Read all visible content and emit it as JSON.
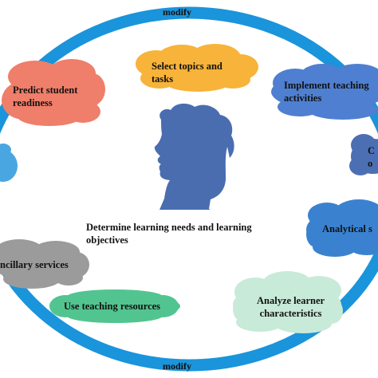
{
  "ring": {
    "top_label": "modify",
    "bottom_label": "modify",
    "color": "#1a94db"
  },
  "center_label": [
    "Determine learning needs and learning",
    "objectives"
  ],
  "head_color": "#4a6db0",
  "nodes": [
    {
      "id": "select-topics",
      "lines": [
        "Select topics and",
        "tasks"
      ],
      "color": "#f7b33a"
    },
    {
      "id": "predict-readiness",
      "lines": [
        "Predict student",
        "readiness"
      ],
      "color": "#ef7e6a"
    },
    {
      "id": "implement-teaching",
      "lines": [
        "Implement teaching",
        "activities"
      ],
      "color": "#4f7fd0"
    },
    {
      "id": "clarify-objectives",
      "lines": [
        "C",
        "o"
      ],
      "color": "#4c6fb4"
    },
    {
      "id": "left-partial",
      "lines": [],
      "color": "#4aa6e0"
    },
    {
      "id": "analytical",
      "lines": [
        "Analytical s"
      ],
      "color": "#3a82d0"
    },
    {
      "id": "ancillary-services",
      "lines": [
        "ncillary services"
      ],
      "color": "#9b9b9b"
    },
    {
      "id": "use-teaching-resources",
      "lines": [
        "Use teaching resources"
      ],
      "color": "#52c490"
    },
    {
      "id": "analyze-learner",
      "lines": [
        "Analyze learner",
        "characteristics"
      ],
      "color": "#c8ead8"
    }
  ]
}
